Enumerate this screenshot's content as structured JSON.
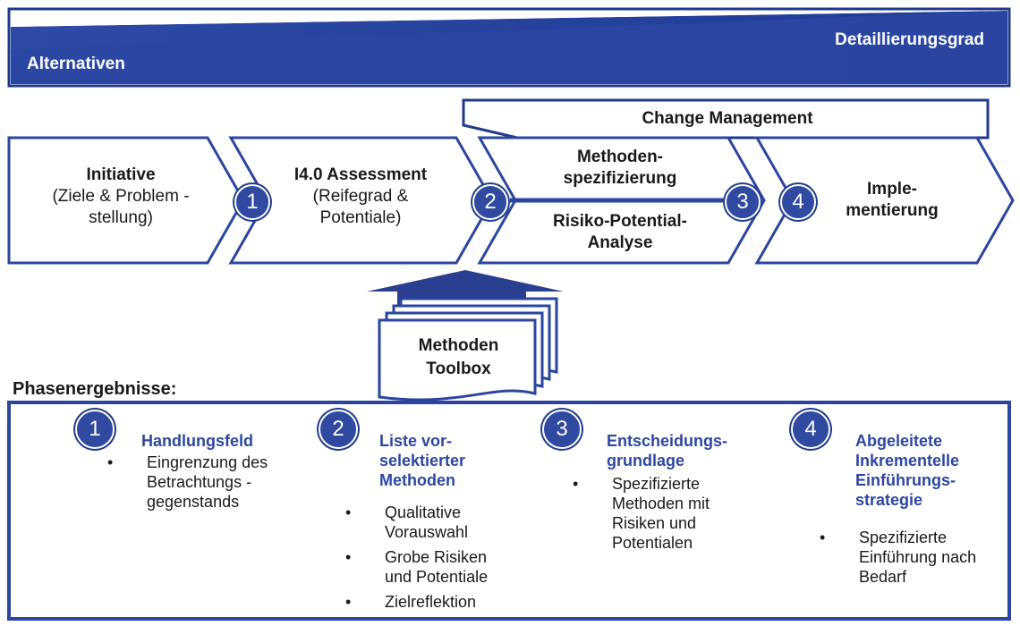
{
  "header": {
    "left_label": "Alternativen",
    "right_label": "Detaillierungsgrad"
  },
  "change_management": "Change Management",
  "phases": [
    {
      "title": "Initiative",
      "lines": [
        "(Ziele & Problem -",
        "stellung)"
      ]
    },
    {
      "title": "I4.0 Assessment",
      "lines": [
        "(Reifegrad &",
        "Potentiale)"
      ]
    },
    {
      "title": "Methoden-",
      "title2": "spezifizierung",
      "sub_title": "Risiko-Potential-",
      "sub_title2": "Analyse"
    },
    {
      "title": "Imple-",
      "title2": "mentierung"
    }
  ],
  "step_numbers": [
    "1",
    "2",
    "3",
    "4"
  ],
  "toolbox": {
    "line1": "Methoden",
    "line2": "Toolbox"
  },
  "results_heading": "Phasenergebnisse:",
  "results": [
    {
      "number": "1",
      "title": [
        "Handlungsfeld"
      ],
      "items": [
        [
          "Eingrenzung des",
          "Betrachtungs -",
          "gegenstands"
        ]
      ]
    },
    {
      "number": "2",
      "title": [
        "Liste vor-",
        "selektierter",
        "Methoden"
      ],
      "items": [
        [
          "Qualitative",
          "Vorauswahl"
        ],
        [
          "Grobe Risiken",
          "und Potentiale"
        ],
        [
          "Zielreflektion"
        ]
      ]
    },
    {
      "number": "3",
      "title": [
        "Entscheidungs-",
        "grundlage"
      ],
      "items": [
        [
          "Spezifizierte",
          "Methoden mit",
          "Risiken und",
          "Potentialen"
        ]
      ]
    },
    {
      "number": "4",
      "title": [
        "Abgeleitete",
        "Inkrementelle",
        "Einführungs-",
        "strategie"
      ],
      "items": [
        [
          "Spezifizierte",
          "Einführung nach",
          "Bedarf"
        ]
      ]
    }
  ],
  "bullet_char": "•",
  "colors": {
    "primary": "#2b45a0",
    "dark": "#1f3a8c",
    "text": "#1a1a1a"
  }
}
